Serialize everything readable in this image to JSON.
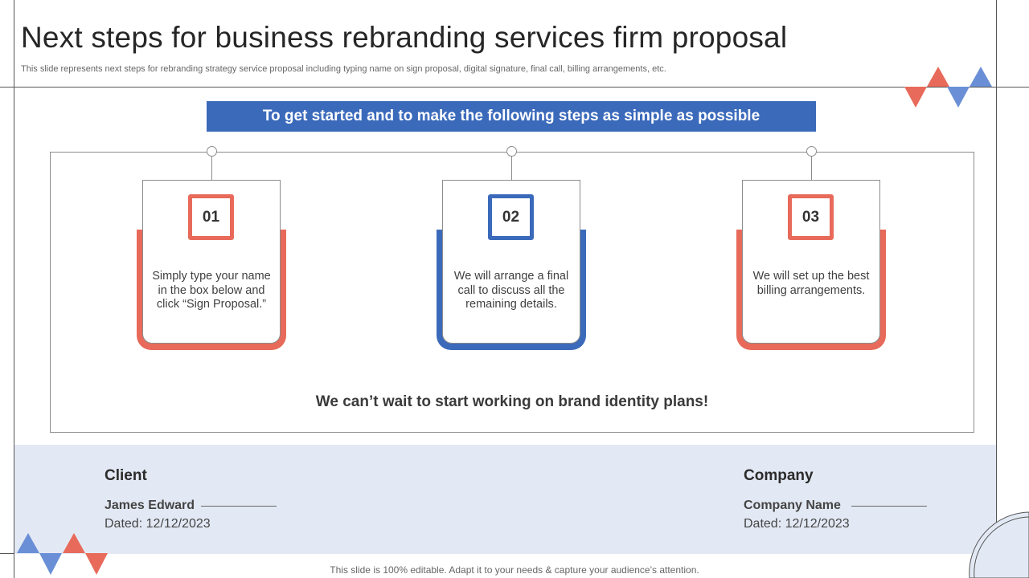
{
  "header": {
    "title": "Next steps for business rebranding services firm proposal",
    "subtitle": "This slide represents next steps for rebranding strategy service proposal including typing name on sign proposal, digital signature, final call, billing arrangements, etc."
  },
  "banner": {
    "text": "To get started and to make the following steps as simple as possible"
  },
  "steps": [
    {
      "number": "01",
      "text": "Simply type your name in the box below and click “Sign Proposal.”",
      "color": "#e86a5a"
    },
    {
      "number": "02",
      "text": "We will arrange a final call to discuss all the remaining details.",
      "color": "#3b6abb"
    },
    {
      "number": "03",
      "text": "We will set up the best billing arrangements.",
      "color": "#e86a5a"
    }
  ],
  "tagline": "We can’t wait to start working on brand identity plans!",
  "client": {
    "heading": "Client",
    "name": "James Edward",
    "dated": "Dated: 12/12/2023"
  },
  "company": {
    "heading": "Company",
    "name": "Company Name",
    "dated": "Dated: 12/12/2023"
  },
  "footer_note": "This slide is 100% editable. Adapt it to your needs & capture your audience’s attention.",
  "colors": {
    "accent_blue": "#3b6abb",
    "accent_red": "#e86a5a",
    "footer_band": "#e3e9f4",
    "deco_blue": "#6a8fd6"
  }
}
